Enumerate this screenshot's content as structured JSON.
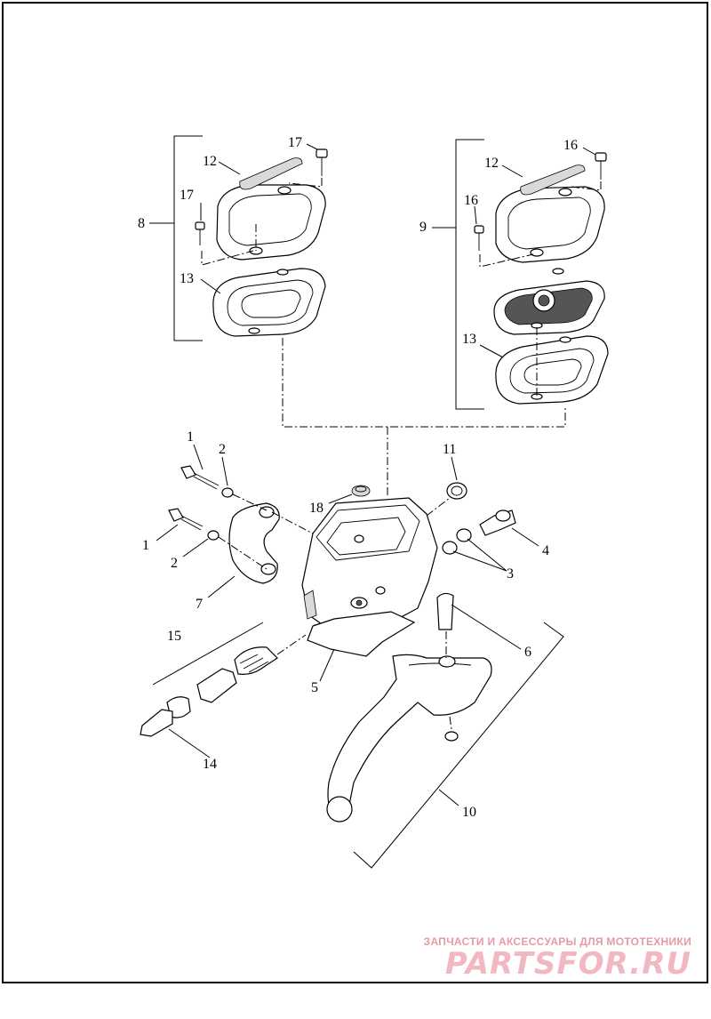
{
  "callouts": {
    "c1a": "1",
    "c1b": "1",
    "c2a": "2",
    "c2b": "2",
    "c3": "3",
    "c4": "4",
    "c5": "5",
    "c6": "6",
    "c7": "7",
    "c8": "8",
    "c9": "9",
    "c10": "10",
    "c11": "11",
    "c12a": "12",
    "c12b": "12",
    "c13a": "13",
    "c13b": "13",
    "c14": "14",
    "c15": "15",
    "c16a": "16",
    "c16b": "16",
    "c17a": "17",
    "c17b": "17",
    "c18": "18"
  },
  "watermark": {
    "tagline": "ЗАПЧАСТИ И АКСЕССУАРЫ ДЛЯ МОТОТЕХНИКИ",
    "brand": "PARTSFOR.RU"
  }
}
